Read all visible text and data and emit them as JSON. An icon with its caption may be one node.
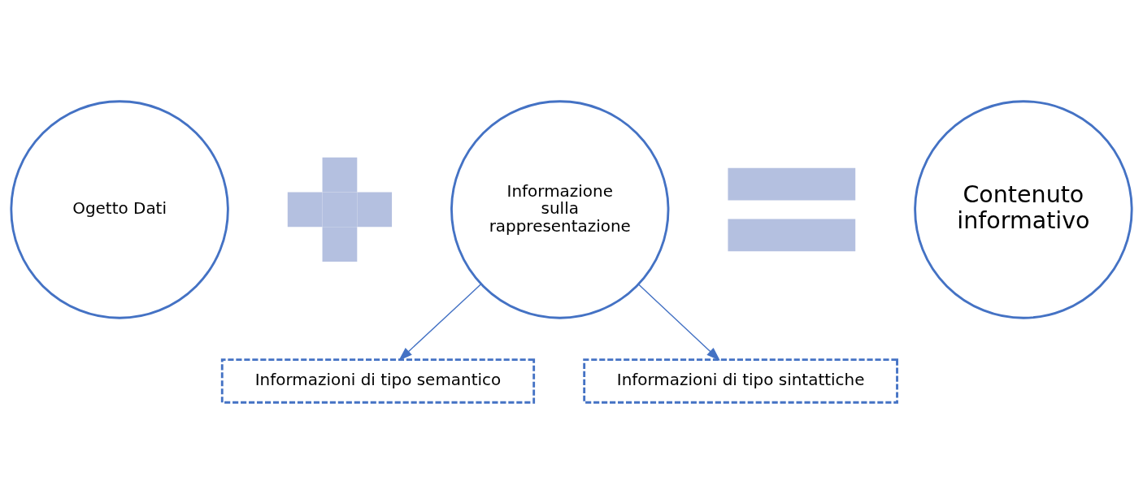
{
  "diagram": {
    "nodes": [
      {
        "text": [
          "Ogetto Dati"
        ]
      },
      {
        "text": [],
        "shape": "plus"
      },
      {
        "text": [
          "Informazione sulla rappresentazione"
        ]
      },
      {
        "text": [],
        "shape": "equals"
      },
      {
        "text": [
          "Contenuto informativo"
        ]
      },
      {
        "text": [
          "Informazioni di tipo semantico"
        ]
      },
      {
        "text": [
          "Informazioni di tipo sintattiche"
        ]
      }
    ],
    "edges": [
      {
        "from": 2,
        "to": 5,
        "arrow": "to"
      },
      {
        "from": 2,
        "to": 6,
        "arrow": "to"
      }
    ]
  }
}
